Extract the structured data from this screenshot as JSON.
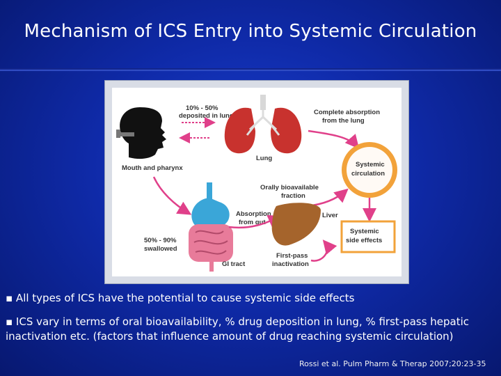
{
  "slide": {
    "title": "Mechanism of ICS Entry into Systemic Circulation",
    "bullets": [
      "▪ All types of ICS have the potential to cause systemic side effects",
      "▪ ICS vary in terms of oral bioavailability, % drug deposition in lung, % first-pass hepatic inactivation etc. (factors that influence amount of drug reaching systemic circulation)"
    ],
    "citation": "Rossi et al. Pulm Pharm & Therap 2007;20:23-35"
  },
  "figure": {
    "deposited_line1": "10% - 50%",
    "deposited_line2": "deposited in lung",
    "complete_line1": "Complete absorption",
    "complete_line2": "from the lung",
    "lung": "Lung",
    "mouth": "Mouth and pharynx",
    "systemic_line1": "Systemic",
    "systemic_line2": "circulation",
    "oral_line1": "Orally bioavailable",
    "oral_line2": "fraction",
    "absorption_line1": "Absorption",
    "absorption_line2": "from gut",
    "liver": "Liver",
    "side_line1": "Systemic",
    "side_line2": "side effects",
    "swallowed_line1": "50% - 90%",
    "swallowed_line2": "swallowed",
    "gi": "GI tract",
    "firstpass_line1": "First-pass",
    "firstpass_line2": "inactivation",
    "colors": {
      "arrow": "#e0408a",
      "circle": "#f2a23a",
      "lung": "#c8322e",
      "liver": "#a5642c",
      "stomach": "#3aa6d8",
      "intestine": "#e87b9a"
    }
  }
}
